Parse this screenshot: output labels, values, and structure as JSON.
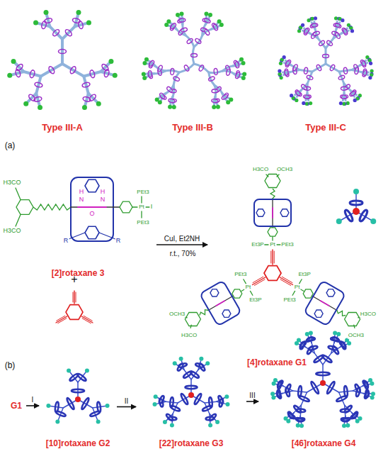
{
  "diagram": {
    "nodes": [
      {
        "text": [
          "[2]rotaxane 3"
        ]
      },
      {
        "text": [
          "[4]rotaxane G1"
        ]
      },
      {
        "text": [
          "G1"
        ]
      },
      {
        "text": [
          "[10]rotaxane G2"
        ]
      },
      {
        "text": [
          "[22]rotaxane G3"
        ]
      },
      {
        "text": [
          "[46]rotaxane G4"
        ]
      }
    ],
    "edges": [
      {
        "from": 0,
        "to": 1,
        "arrow": "to",
        "label": "CuI, Et2NH"
      },
      {
        "from": 2,
        "to": 3,
        "arrow": "to",
        "label": "I"
      },
      {
        "from": 3,
        "to": 4,
        "arrow": "to",
        "label": "II"
      },
      {
        "from": 4,
        "to": 5,
        "arrow": "to",
        "label": "III"
      }
    ],
    "labels": [
      "Type III-A",
      "Type III-B",
      "Type III-C",
      "(a)",
      "+",
      "r.t., 70%",
      "(b)",
      "H3CO",
      "H3CO",
      "R",
      "R",
      "N",
      "H",
      "N",
      "H",
      "O",
      "PEt3",
      "PEt3",
      "Pt",
      "I",
      "Pt",
      "Pt",
      "Pt",
      "Et3P",
      "PEt3",
      "Et3P",
      "PEt3",
      "Et3P",
      "PEt3",
      "H3CO",
      "OCH3",
      "H3CO",
      "OCH3",
      "H3CO",
      "OCH3"
    ]
  }
}
